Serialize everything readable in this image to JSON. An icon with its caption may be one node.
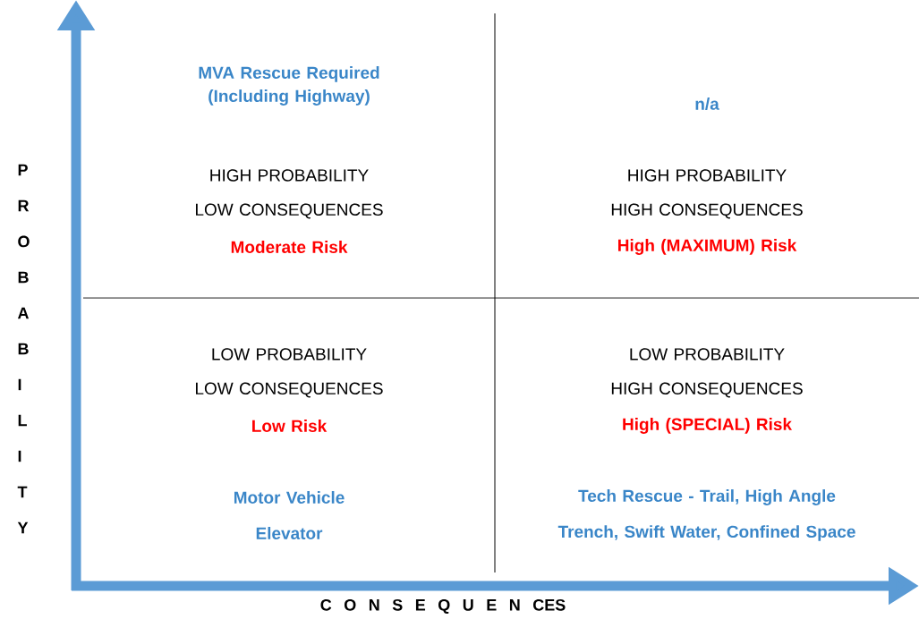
{
  "diagram": {
    "nodes": [
      {
        "text": [
          "MVA Rescue Required (Including Highway)",
          "HIGH PROBABILITY",
          "LOW CONSEQUENCES",
          "Moderate Risk"
        ]
      },
      {
        "text": [
          "n/a",
          "HIGH PROBABILITY",
          "HIGH CONSEQUENCES",
          "High (MAXIMUM) Risk"
        ]
      },
      {
        "text": [
          "LOW PROBABILITY",
          "LOW CONSEQUENCES",
          "Low Risk",
          "Motor Vehicle",
          "Elevator"
        ]
      },
      {
        "text": [
          "LOW PROBABILITY",
          "HIGH CONSEQUENCES",
          "High (SPECIAL) Risk",
          "Tech Rescue - Trail, High Angle",
          "Trench, Swift Water, Confined Space"
        ]
      }
    ],
    "labels": [
      "PROBABILITY",
      "C O N S E Q U E N CES"
    ]
  }
}
